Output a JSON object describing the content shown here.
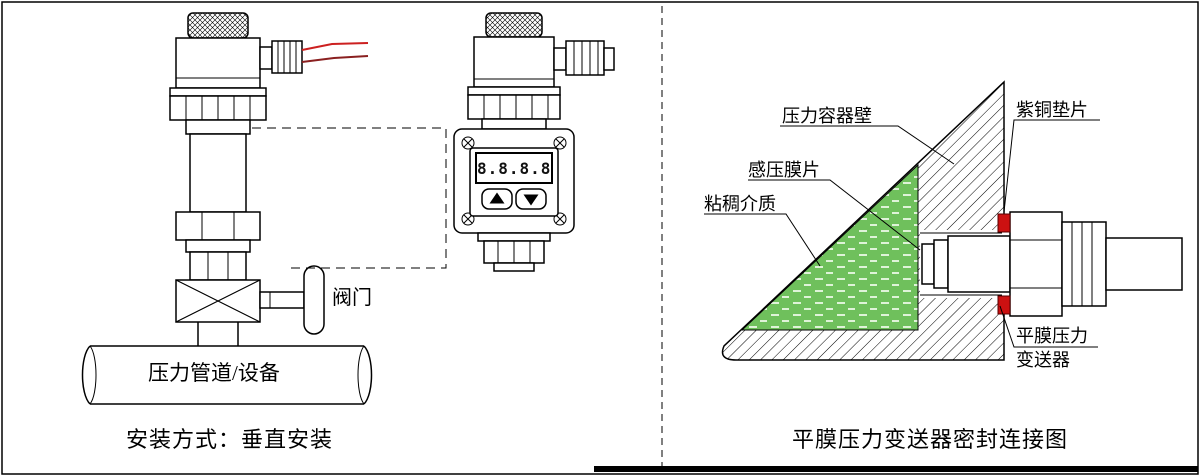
{
  "left_panel": {
    "valve_label": "阀门",
    "pipe_label": "压力管道/设备",
    "caption": "安装方式：垂直安装",
    "display_value": "8.8.8.8"
  },
  "right_panel": {
    "vessel_wall_label": "压力容器壁",
    "copper_gasket_label": "紫铜垫片",
    "diaphragm_label": "感压膜片",
    "viscous_medium_label": "粘稠介质",
    "transmitter_label_line1": "平膜压力",
    "transmitter_label_line2": "变送器",
    "caption": "平膜压力变送器密封连接图"
  },
  "colors": {
    "medium_green": "#6fc05c",
    "medium_dash": "#dff3d8",
    "gasket_red": "#cc1111",
    "wire_red": "#cc2020",
    "wire_dark_red": "#8a2020",
    "line_black": "#000000"
  }
}
